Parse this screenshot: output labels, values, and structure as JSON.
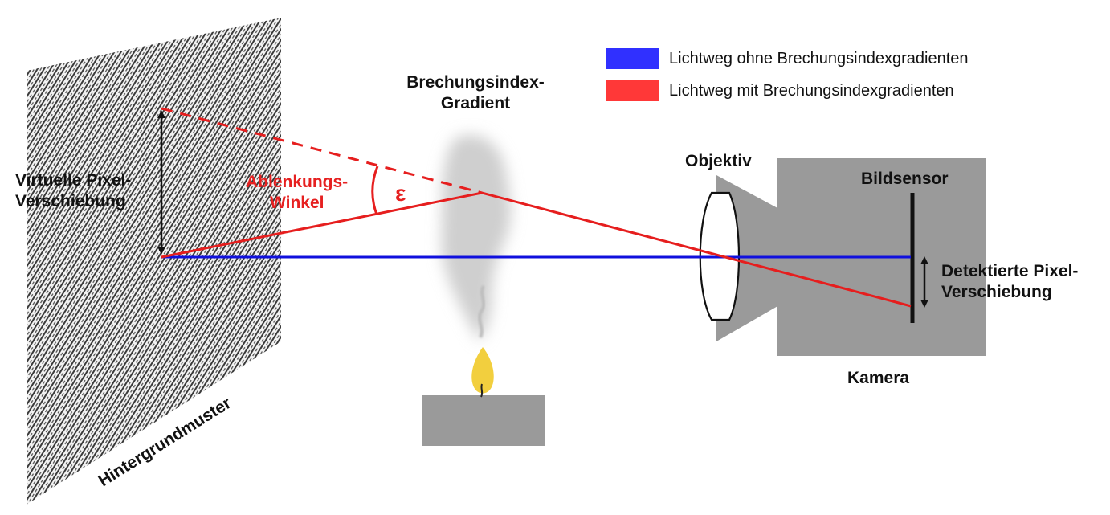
{
  "legend": {
    "items": [
      {
        "label": "Lichtweg ohne Brechungsindexgradienten",
        "color": "#3030ff"
      },
      {
        "label": "Lichtweg mit Brechungsindexgradienten",
        "color": "#ff3838"
      }
    ]
  },
  "labels": {
    "gradient": {
      "line1": "Brechungsindex-",
      "line2": "Gradient"
    },
    "virtual_shift": {
      "line1": "Virtuelle Pixel-",
      "line2": "Verschiebung"
    },
    "deflection": {
      "line1": "Ablenkungs-",
      "line2": "Winkel"
    },
    "epsilon": "ε",
    "objective": "Objektiv",
    "image_sensor": "Bildsensor",
    "detected_shift": {
      "line1": "Detektierte Pixel-",
      "line2": "Verschiebung"
    },
    "camera": "Kamera",
    "background_pattern": "Hintergrundmuster"
  },
  "colors": {
    "ray_undeflected": "#1010dd",
    "ray_deflected": "#e61e1e",
    "camera_gray": "#9a9a9a",
    "flame": "#f2cf3e"
  }
}
